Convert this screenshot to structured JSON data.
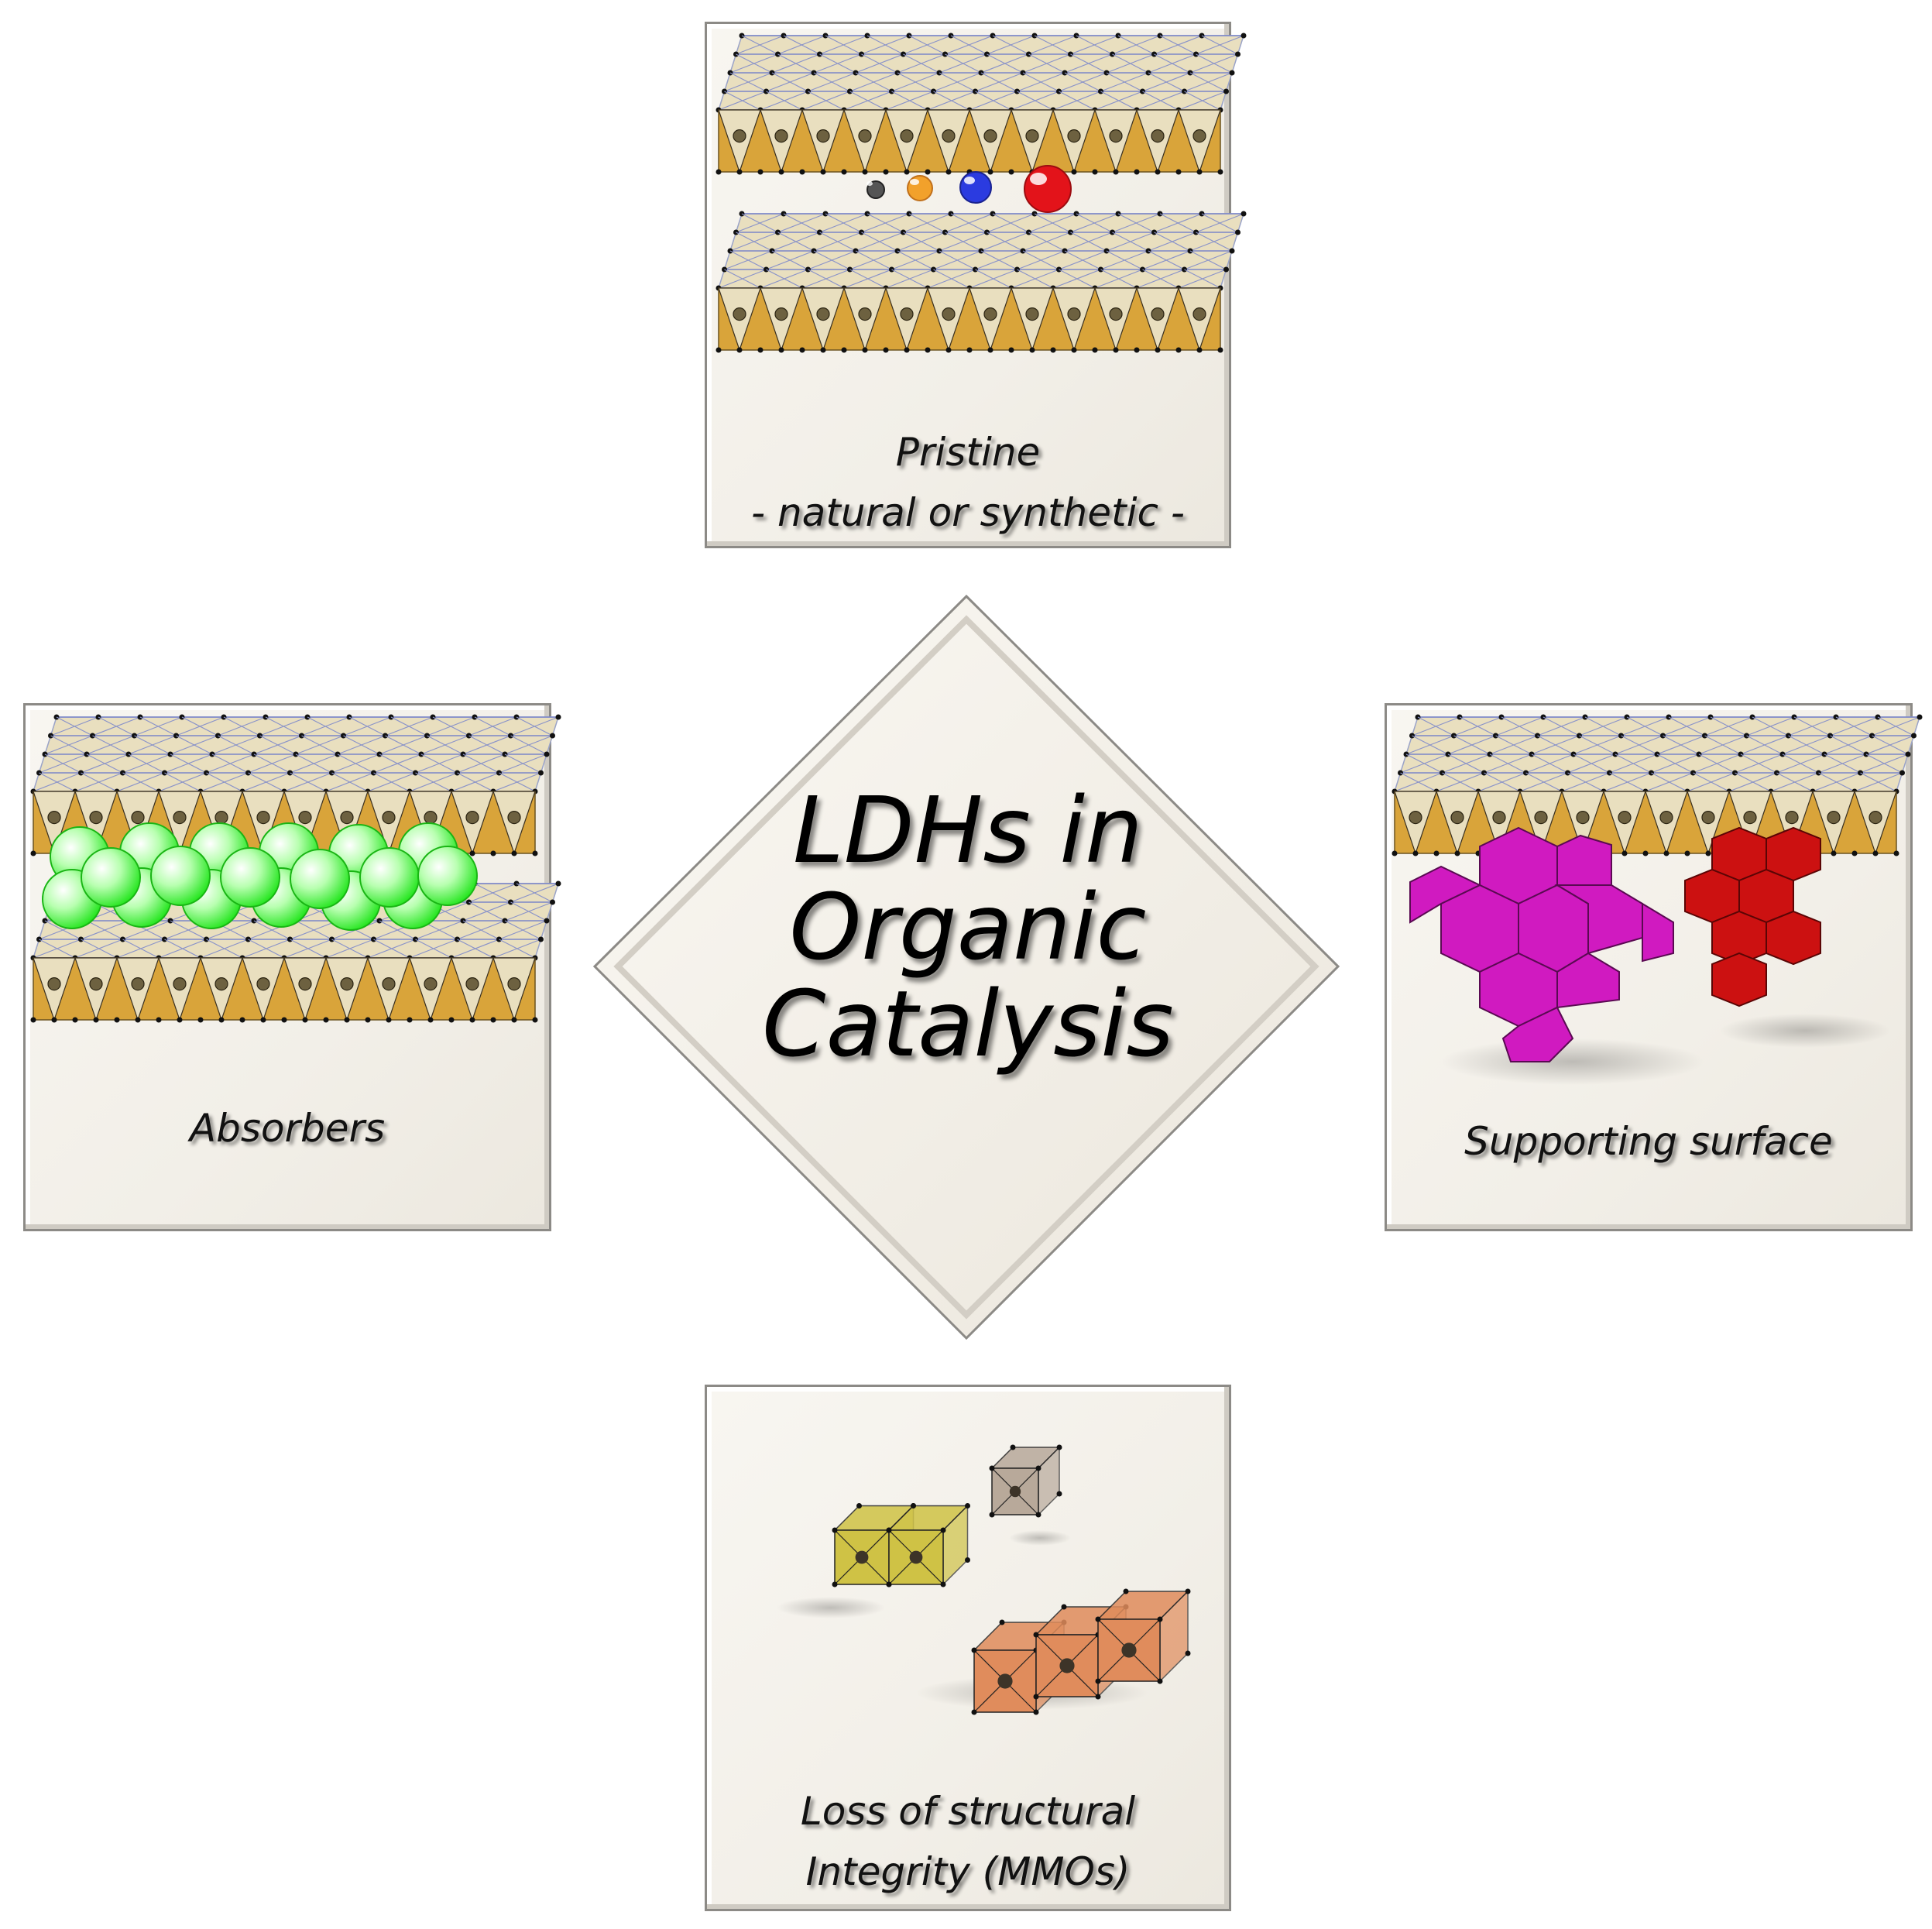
{
  "center": {
    "lines": [
      "LDHs in",
      "Organic",
      "Catalysis"
    ]
  },
  "panels": {
    "top": {
      "lines": [
        "Pristine",
        "- natural or synthetic -"
      ]
    },
    "left": {
      "lines": [
        "Absorbers"
      ]
    },
    "right": {
      "lines": [
        "Supporting surface"
      ]
    },
    "bottom": {
      "lines": [
        "Loss of structural",
        "Integrity (MMOs)"
      ]
    }
  },
  "colors": {
    "layer_top": "#e9dfbf",
    "layer_front": "#d9a43a",
    "node": "#111111",
    "guest_green": "#25e61f",
    "guest_magenta": "#d01ac0",
    "guest_red": "#cc1111",
    "ion_grey": "#444444",
    "ion_orange": "#f2a12b",
    "ion_blue": "#2b3be0",
    "ion_red": "#e3131a",
    "cube_yellow": "#cfc245",
    "cube_beige": "#b8a99a",
    "cube_orange": "#e08c5c"
  }
}
